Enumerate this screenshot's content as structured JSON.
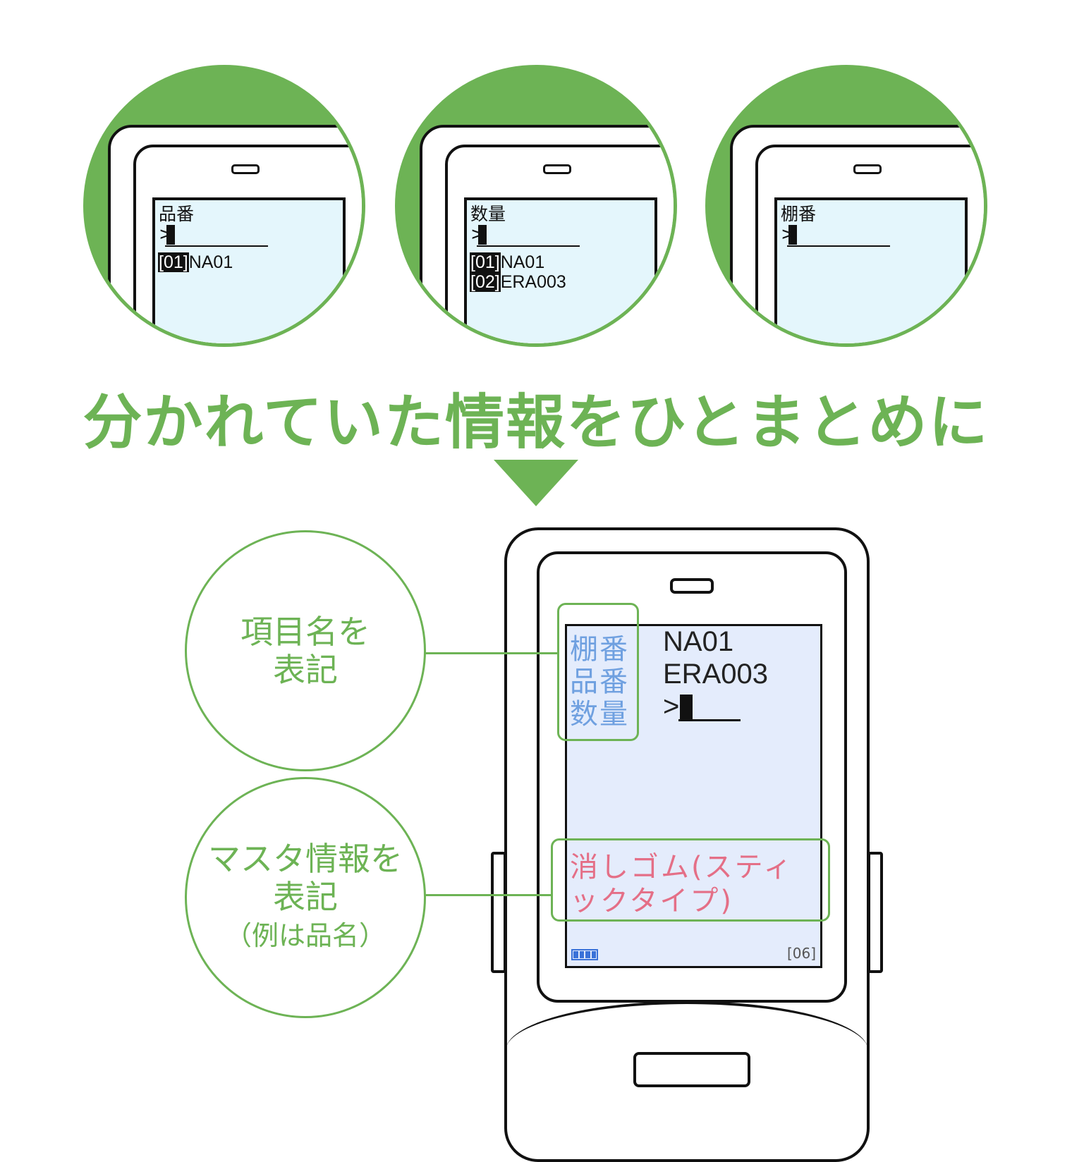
{
  "colors": {
    "accent": "#6db355",
    "screen": "#e4f6fc",
    "field_label": "#6fa0e0",
    "master_text": "#e46f87"
  },
  "steps": [
    {
      "field": "品番",
      "prompt": ">",
      "rows": [
        {
          "tag": "[01]",
          "value": "NA01"
        }
      ]
    },
    {
      "field": "数量",
      "prompt": ">",
      "rows": [
        {
          "tag": "[01]",
          "value": "NA01"
        },
        {
          "tag": "[02]",
          "value": "ERA003"
        }
      ]
    },
    {
      "field": "棚番",
      "prompt": ">",
      "rows": []
    }
  ],
  "headline": "分かれていた情報をひとまとめに",
  "callouts": {
    "labels": {
      "line1": "項目名を",
      "line2": "表記"
    },
    "master": {
      "line1": "マスタ情報を",
      "line2": "表記",
      "note": "（例は品名）"
    }
  },
  "screen": {
    "fields": [
      {
        "label": "棚番",
        "value": "NA01"
      },
      {
        "label": "品番",
        "value": "ERA003"
      },
      {
        "label": "数量",
        "value": ">"
      }
    ],
    "master_line1": "消しゴム(スティ",
    "master_line2": "ックタイプ)",
    "battery_icon": "battery-icon",
    "page_counter": "[06]"
  }
}
